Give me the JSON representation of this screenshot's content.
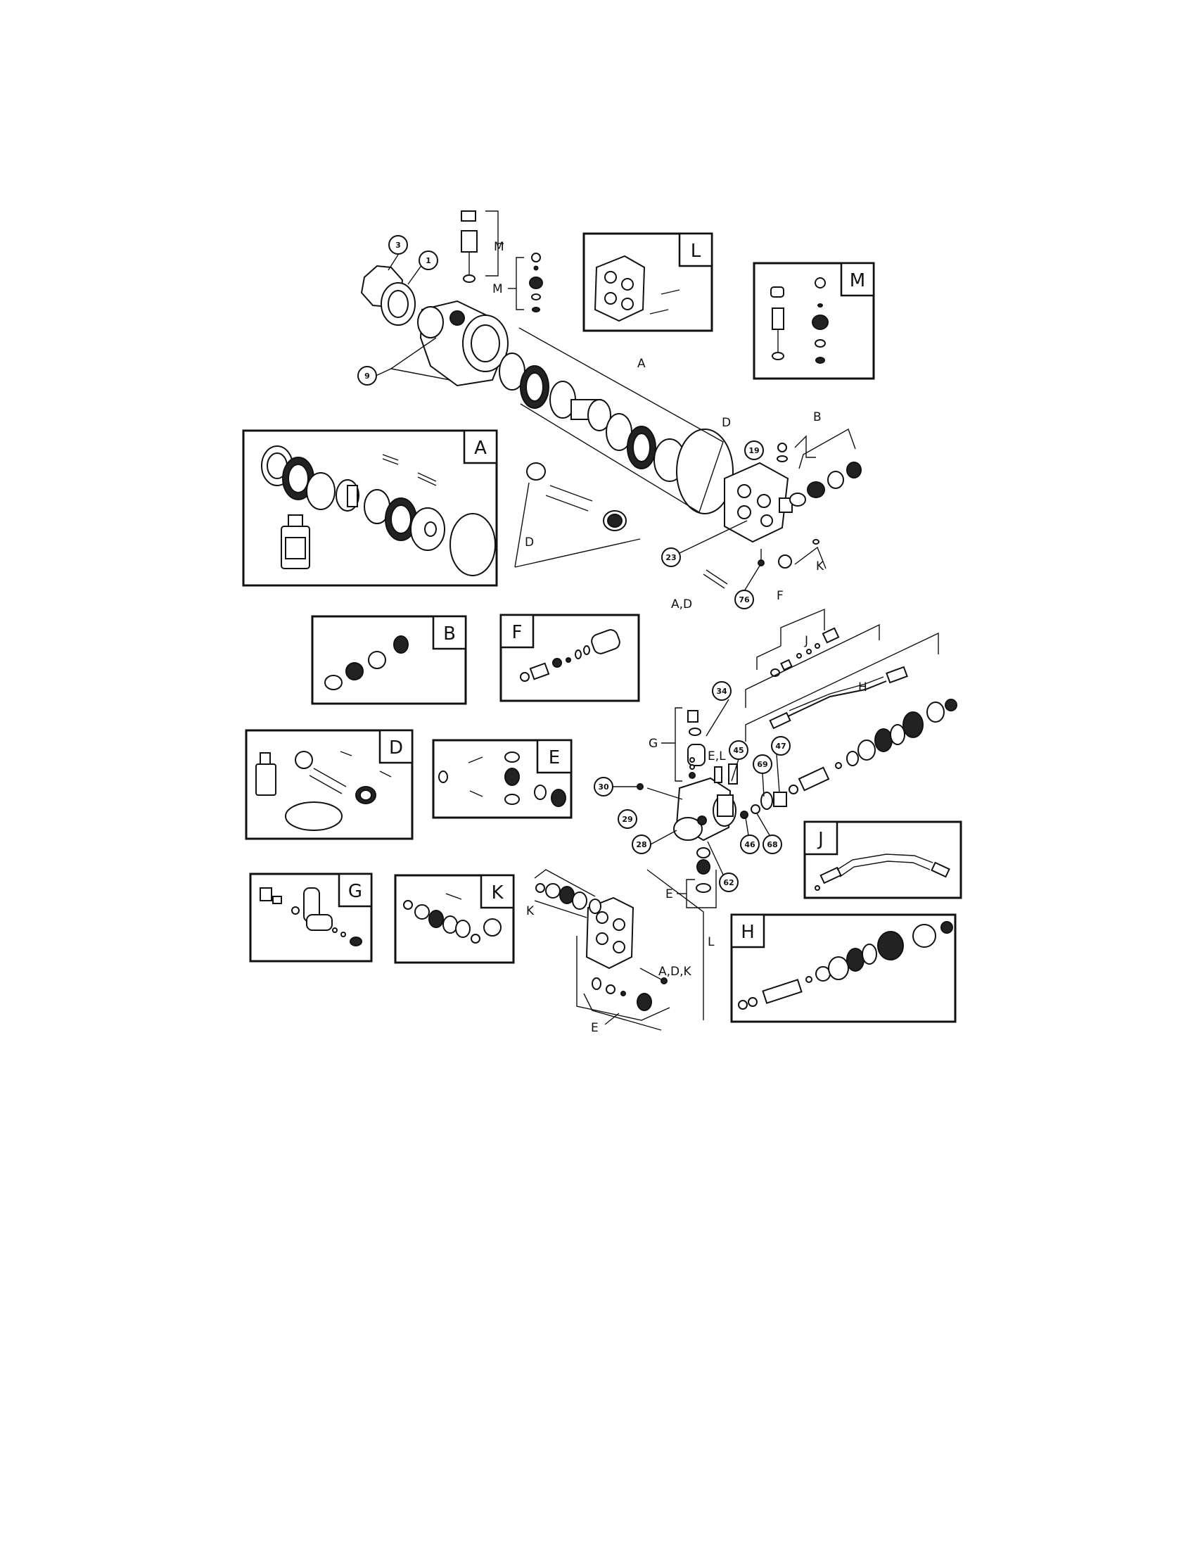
{
  "kits": {
    "A": "A",
    "B": "B",
    "D": "D",
    "E": "E",
    "F": "F",
    "G": "G",
    "H": "H",
    "J": "J",
    "K": "K",
    "L": "L",
    "M": "M"
  },
  "callouts": {
    "n1": "1",
    "n3": "3",
    "n9": "9",
    "n19": "19",
    "n23": "23",
    "n28": "28",
    "n29": "29",
    "n30": "30",
    "n34": "34",
    "n45": "45",
    "n46": "46",
    "n47": "47",
    "n62": "62",
    "n68": "68",
    "n69": "69",
    "n76": "76"
  },
  "labels": {
    "ad": "A,D",
    "el": "E,L",
    "adk": "A,D,K"
  }
}
